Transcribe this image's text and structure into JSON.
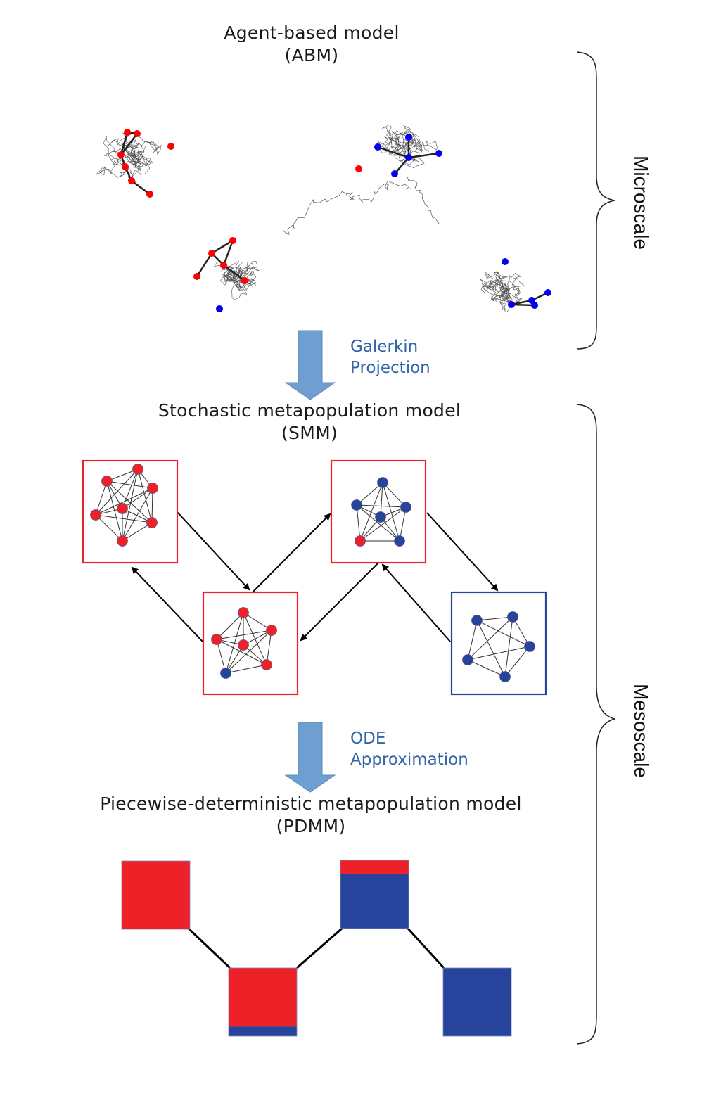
{
  "models": {
    "abm": {
      "name": "Agent-based model",
      "abbr": "(ABM)"
    },
    "smm": {
      "name": "Stochastic metapopulation model",
      "abbr": "(SMM)"
    },
    "pdmm": {
      "name": "Piecewise-deterministic metapopulation model",
      "abbr": "(PDMM)"
    }
  },
  "steps": {
    "galerkin": {
      "line1": "Galerkin",
      "line2": "Projection"
    },
    "ode": {
      "line1": "ODE",
      "line2": "Approximation"
    }
  },
  "scales": {
    "micro": "Microscale",
    "meso": "Mesoscale"
  },
  "colors": {
    "red": "#ee2028",
    "blue": "#26449b",
    "abm_red": "#ff0000",
    "abm_blue": "#0000ee",
    "arrow": "#6f9fd1",
    "step_text": "#3566a8"
  },
  "smm_patches": [
    {
      "id": "patch-1",
      "border": "red",
      "nodes": [
        "red",
        "red",
        "red",
        "red",
        "red",
        "red",
        "red"
      ]
    },
    {
      "id": "patch-2",
      "border": "red",
      "nodes": [
        "red",
        "red",
        "red",
        "red",
        "red",
        "red",
        "blue"
      ]
    },
    {
      "id": "patch-3",
      "border": "red",
      "nodes": [
        "blue",
        "blue",
        "blue",
        "blue",
        "blue",
        "blue",
        "red"
      ]
    },
    {
      "id": "patch-4",
      "border": "blue",
      "nodes": [
        "blue",
        "blue",
        "blue",
        "blue",
        "blue"
      ]
    }
  ],
  "pdmm_patches": [
    {
      "id": "pdmm-1",
      "red_fraction": 1.0
    },
    {
      "id": "pdmm-2",
      "red_fraction": 0.86
    },
    {
      "id": "pdmm-3",
      "red_fraction": 0.2
    },
    {
      "id": "pdmm-4",
      "red_fraction": 0.0
    }
  ]
}
